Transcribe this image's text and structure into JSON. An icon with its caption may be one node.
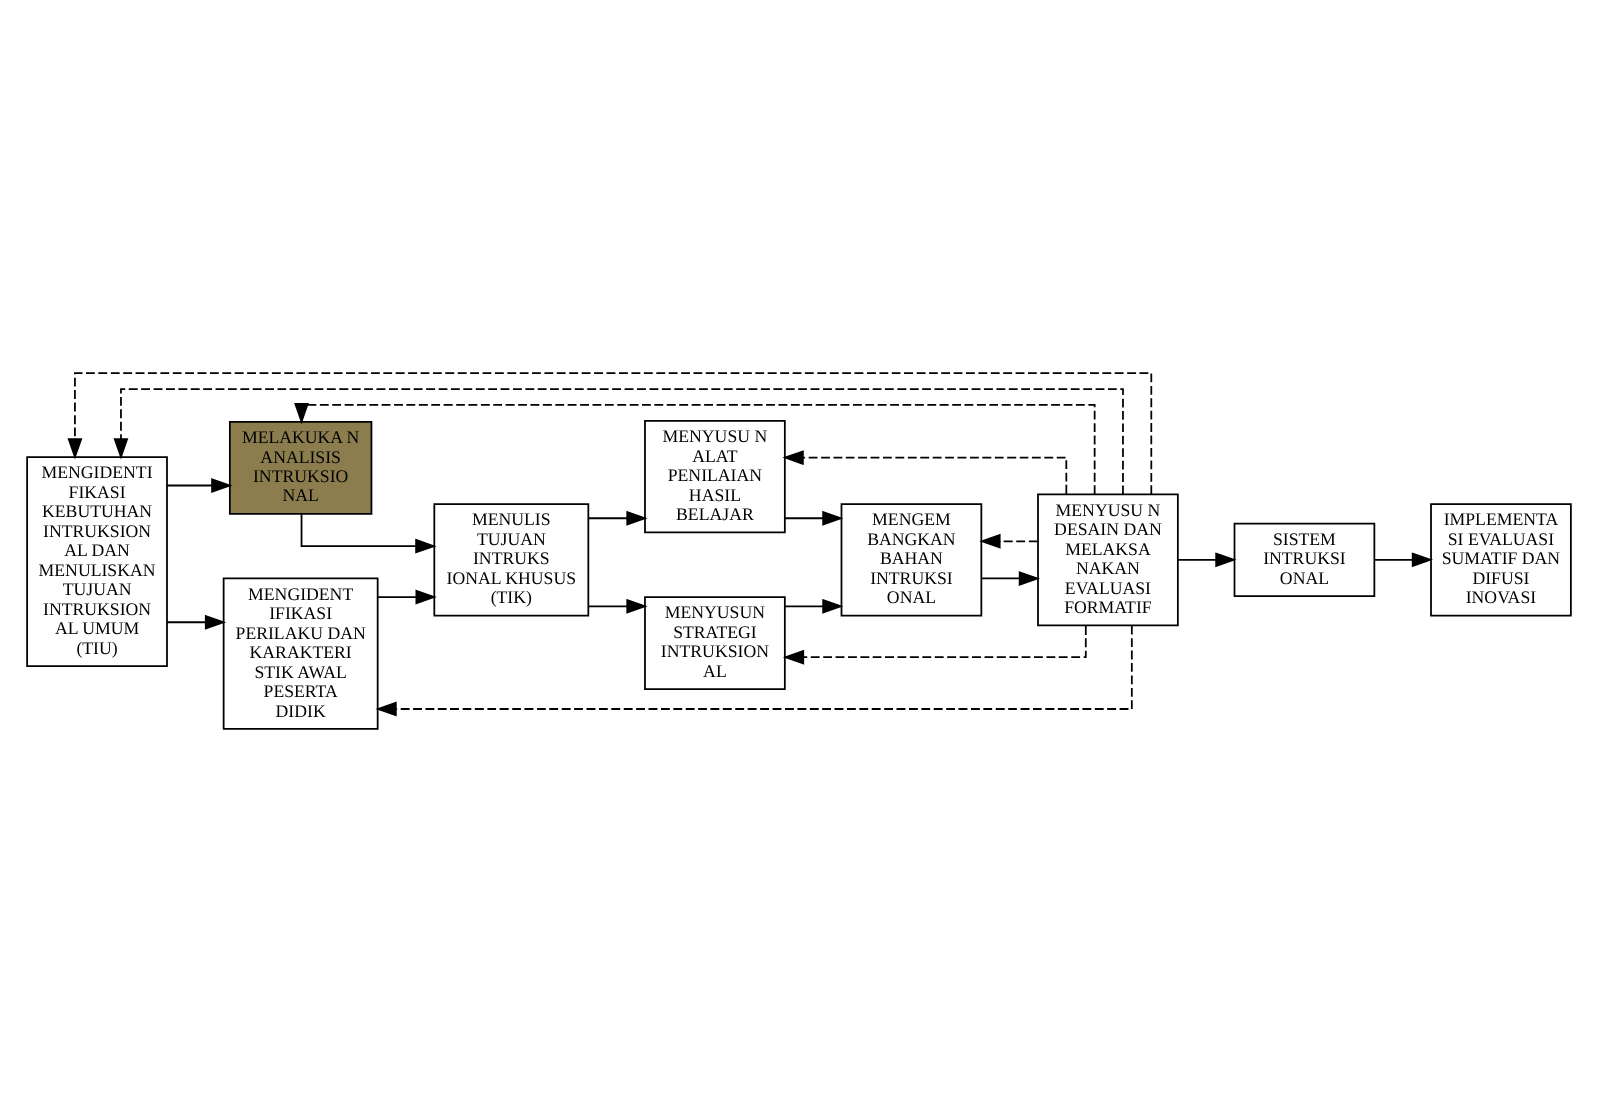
{
  "diagram": {
    "nodes": [
      {
        "text": [
          "MENGIDENTI FIKASI KEBUTUHAN INTRUKSION AL DAN MENULISKAN TUJUAN INTRUKSION AL UMUM (TIU)"
        ]
      },
      {
        "text": [
          "MELAKUKA N ANALISIS INTRUKSIO NAL"
        ]
      },
      {
        "text": [
          "MENGIDENT IFIKASI PERILAKU DAN KARAKTERI STIK AWAL PESERTA DIDIK"
        ]
      },
      {
        "text": [
          "MENULIS TUJUAN INTRUKS IONAL KHUSUS (TIK)"
        ]
      },
      {
        "text": [
          "MENYUSU N ALAT PENILAIAN HASIL BELAJAR"
        ]
      },
      {
        "text": [
          "MENYUSUN STRATEGI INTRUKSION AL"
        ]
      },
      {
        "text": [
          "MENGEM BANGKAN BAHAN INTRUKSI ONAL"
        ]
      },
      {
        "text": [
          "MENYUSU N DESAIN DAN MELAKSA NAKAN EVALUASI FORMATIF"
        ]
      },
      {
        "text": [
          "SISTEM INTRUKSI ONAL"
        ]
      },
      {
        "text": [
          "IMPLEMENTA SI EVALUASI SUMATIF DAN DIFUSI INOVASI"
        ]
      }
    ],
    "edges": [
      {
        "from": 0,
        "to": 1,
        "arrow": "to"
      },
      {
        "from": 0,
        "to": 2,
        "arrow": "to"
      },
      {
        "from": 1,
        "to": 3,
        "arrow": "to"
      },
      {
        "from": 2,
        "to": 3,
        "arrow": "to"
      },
      {
        "from": 3,
        "to": 4,
        "arrow": "to"
      },
      {
        "from": 3,
        "to": 5,
        "arrow": "to"
      },
      {
        "from": 4,
        "to": 6,
        "arrow": "to"
      },
      {
        "from": 5,
        "to": 6,
        "arrow": "to"
      },
      {
        "from": 6,
        "to": 7,
        "arrow": "to"
      },
      {
        "from": 7,
        "to": 8,
        "arrow": "to"
      },
      {
        "from": 8,
        "to": 9,
        "arrow": "to"
      },
      {
        "from": 7,
        "to": 0,
        "arrow": "to",
        "style": "dashed"
      },
      {
        "from": 7,
        "to": 1,
        "arrow": "to",
        "style": "dashed"
      },
      {
        "from": 7,
        "to": 4,
        "arrow": "to",
        "style": "dashed"
      },
      {
        "from": 7,
        "to": 0,
        "arrow": "to",
        "style": "dashed"
      },
      {
        "from": 7,
        "to": 2,
        "arrow": "to",
        "style": "dashed"
      },
      {
        "from": 7,
        "to": 5,
        "arrow": "to",
        "style": "dashed"
      },
      {
        "from": 7,
        "to": 6,
        "arrow": "to",
        "style": "dashed"
      }
    ]
  }
}
